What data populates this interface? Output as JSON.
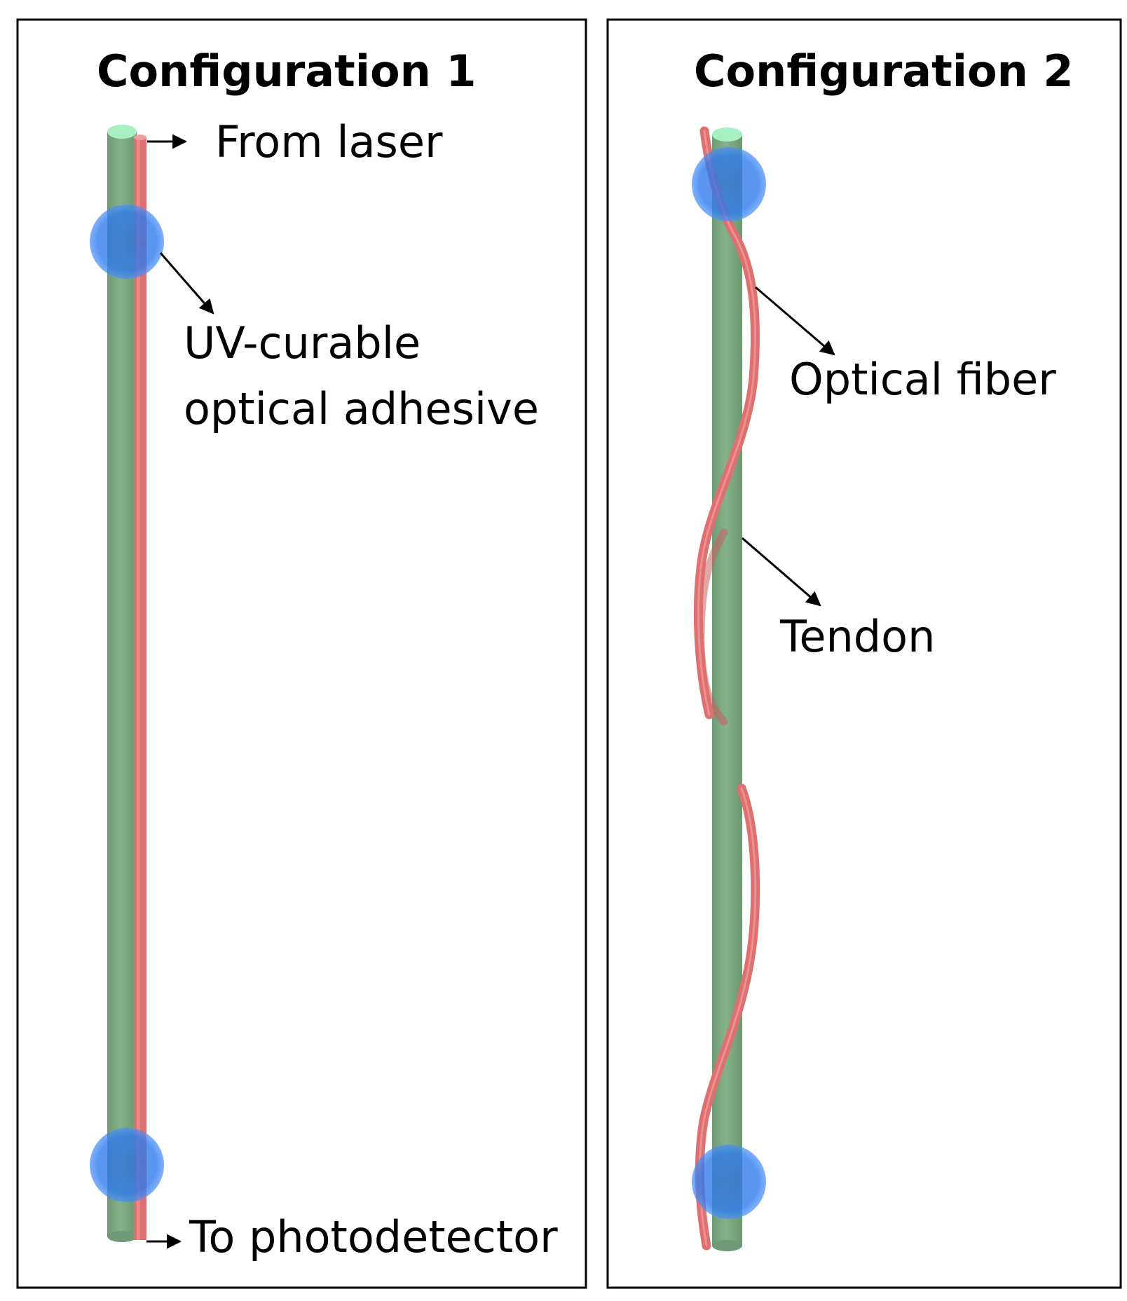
{
  "panels": [
    {
      "title": "Configuration 1",
      "labels": {
        "from_laser": "From laser",
        "adhesive_line1": "UV-curable",
        "adhesive_line2": "optical adhesive",
        "to_photodetector": "To photodetector"
      }
    },
    {
      "title": "Configuration 2",
      "labels": {
        "optical_fiber": "Optical fiber",
        "tendon": "Tendon"
      }
    }
  ],
  "colors": {
    "tendon_body": "#7ea982",
    "tendon_top": "#9ee8b9",
    "fiber": "#e07373",
    "adhesive": "#1f6fe6",
    "frame": "#000000"
  }
}
